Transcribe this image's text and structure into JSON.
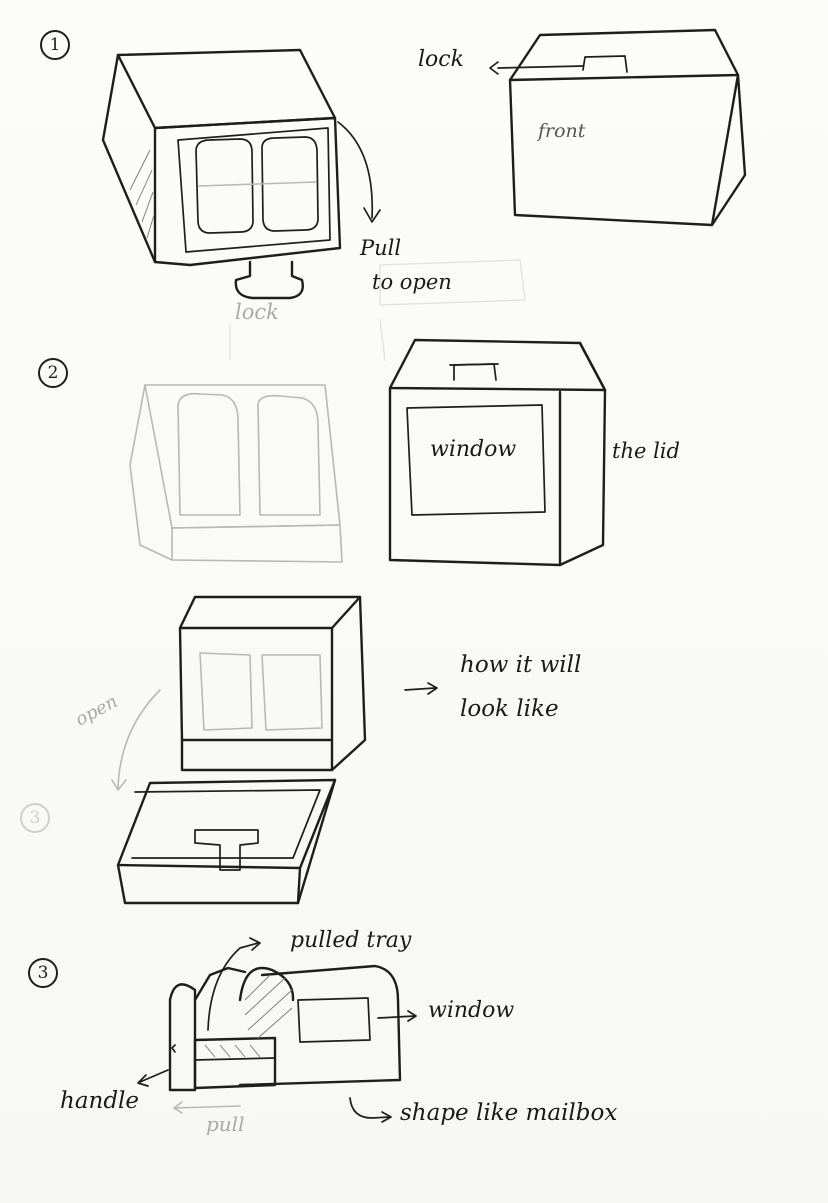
{
  "section_numbers": {
    "first": "1",
    "second": "2",
    "faded": "3",
    "third": "3"
  },
  "labels": {
    "lock_top": "lock",
    "front": "front",
    "pull_to_open_line1": "Pull",
    "pull_to_open_line2": "to open",
    "lock_bottom": "lock",
    "window": "window",
    "the_lid": "the lid",
    "how_line1": "how it will",
    "how_line2": "look like",
    "open": "open",
    "pulled_tray": "pulled tray",
    "window_right": "window",
    "handle": "handle",
    "pull": "pull",
    "shape_like_mailbox": "shape like mailbox"
  }
}
